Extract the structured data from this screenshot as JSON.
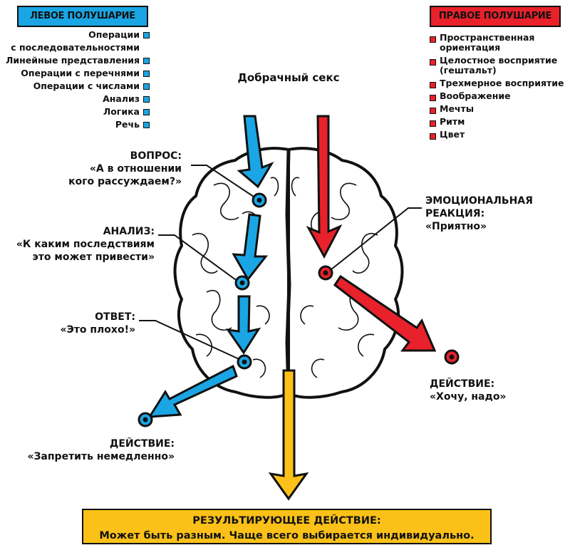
{
  "left_hemisphere": {
    "title": "ЛЕВОЕ ПОЛУШАРИЕ",
    "color": "#1aa6e4",
    "items": [
      "Операции\nс последовательностями",
      "Линейные представления",
      "Операции с перечнями",
      "Операции с числами",
      "Анализ",
      "Логика",
      "Речь"
    ]
  },
  "right_hemisphere": {
    "title": "ПРАВОЕ ПОЛУШАРИЕ",
    "color": "#e8212a",
    "items": [
      "Пространственная\nориентация",
      "Целостное восприятие\n(гештальт)",
      "Трехмерное восприятие",
      "Воображение",
      "Мечты",
      "Ритм",
      "Цвет"
    ]
  },
  "stimulus": "Добрачный секс",
  "left_steps": [
    {
      "heading": "ВОПРОС:",
      "text": "«А в отношении\nкого рассуждаем?»"
    },
    {
      "heading": "АНАЛИЗ:",
      "text": "«К каким последствиям\nэто может привести»"
    },
    {
      "heading": "ОТВЕТ:",
      "text": "«Это плохо!»"
    },
    {
      "heading": "ДЕЙСТВИЕ:",
      "text": "«Запретить немедленно»"
    }
  ],
  "right_steps": [
    {
      "heading": "ЭМОЦИОНАЛЬНАЯ\nРЕАКЦИЯ:",
      "text": "«Приятно»"
    },
    {
      "heading": "ДЕЙСТВИЕ:",
      "text": "«Хочу, надо»"
    }
  ],
  "result": {
    "heading": "РЕЗУЛЬТИРУЮЩЕЕ ДЕЙСТВИЕ:",
    "text": "Может быть разным. Чаще всего выбирается индивидуально.",
    "color": "#fbc118"
  }
}
